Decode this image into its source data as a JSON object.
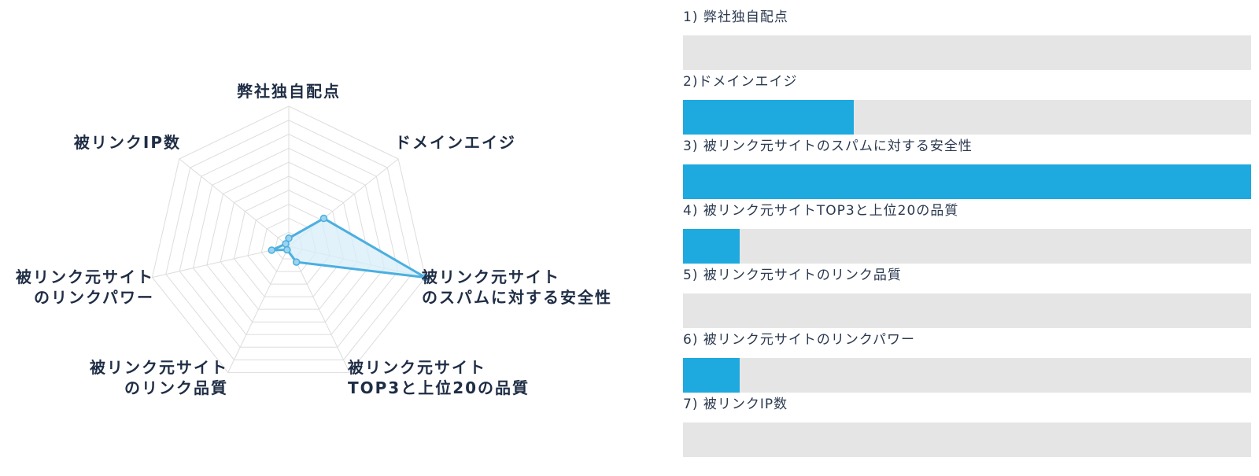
{
  "chart_data": [
    {
      "type": "radar",
      "axes": [
        "弊社独自配点",
        "ドメインエイジ",
        [
          "被リンク元サイト",
          "のスパムに対する安全性"
        ],
        [
          "被リンク元サイト",
          "TOP3と上位20の品質"
        ],
        [
          "被リンク元サイト",
          "のリンク品質"
        ],
        [
          "被リンク元サイト",
          "のリンクパワー"
        ],
        "被リンクIP数"
      ],
      "values": [
        0.3,
        3,
        10,
        1,
        0,
        1,
        0
      ],
      "range": [
        0,
        10
      ],
      "rings": 10,
      "grid": true,
      "colors": {
        "line": "#4bafe0",
        "fill": "#d7eef9",
        "grid": "#dddddd",
        "point": "#9dd3ef"
      }
    },
    {
      "type": "bar",
      "orientation": "horizontal",
      "categories": [
        "1) 弊社独自配点",
        "2)ドメインエイジ",
        "3) 被リンク元サイトのスパムに対する安全性",
        "4) 被リンク元サイトTOP3と上位20の品質",
        "5) 被リンク元サイトのリンク品質",
        "6) 被リンク元サイトのリンクパワー",
        "7) 被リンクIP数"
      ],
      "values": [
        0,
        3,
        10,
        1,
        0,
        1,
        0
      ],
      "xlim": [
        0,
        10
      ],
      "colors": {
        "bar": "#1ea9df",
        "track": "#e5e5e5"
      }
    }
  ]
}
